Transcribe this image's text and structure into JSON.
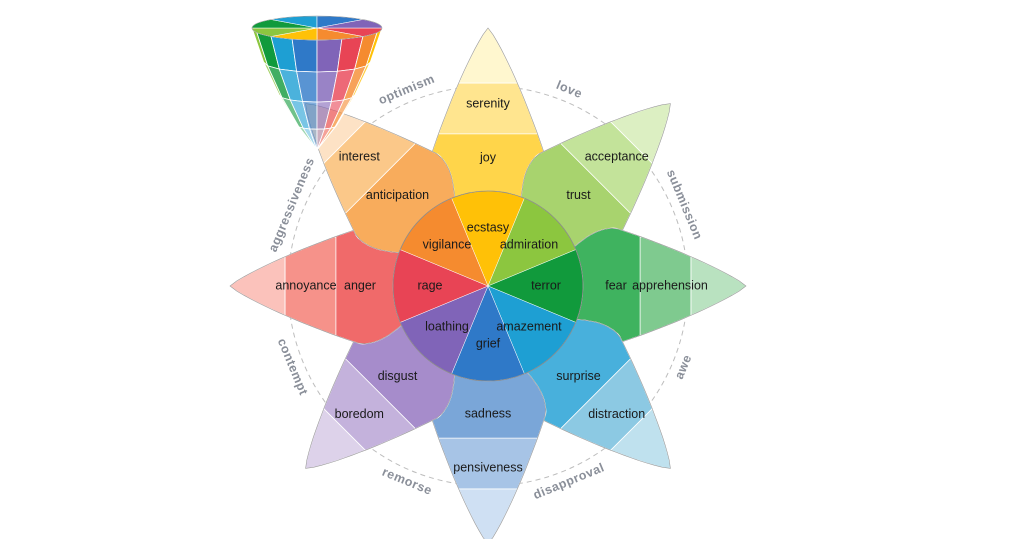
{
  "diagram": {
    "petals": [
      {
        "name": "joy",
        "outer": "serenity",
        "middle": "joy",
        "inner": "ecstasy",
        "colors": [
          "#fff7cf",
          "#ffe58f",
          "#ffd54a",
          "#ffc107"
        ]
      },
      {
        "name": "trust",
        "outer": "acceptance",
        "middle": "trust",
        "inner": "admiration",
        "colors": [
          "#dcefc2",
          "#c3e39a",
          "#a8d36e",
          "#8cc63f"
        ]
      },
      {
        "name": "fear",
        "outer": "apprehension",
        "middle": "fear",
        "inner": "terror",
        "colors": [
          "#b9e2c0",
          "#7fca8f",
          "#3fb35f",
          "#119a3c"
        ]
      },
      {
        "name": "surprise",
        "outer": "distraction",
        "middle": "surprise",
        "inner": "amazement",
        "colors": [
          "#bfe1ee",
          "#8cc9e3",
          "#48b0dc",
          "#1e9fd3"
        ]
      },
      {
        "name": "sadness",
        "outer": "pensiveness",
        "middle": "sadness",
        "inner": "grief",
        "colors": [
          "#cfe0f3",
          "#a7c4e6",
          "#7aa6d8",
          "#2f79c8"
        ]
      },
      {
        "name": "disgust",
        "outer": "boredom",
        "middle": "disgust",
        "inner": "loathing",
        "colors": [
          "#ddd2ea",
          "#c4b2dc",
          "#a68ccb",
          "#8064b8"
        ]
      },
      {
        "name": "anger",
        "outer": "annoyance",
        "middle": "anger",
        "inner": "rage",
        "colors": [
          "#fbc2bb",
          "#f6928a",
          "#f06a6a",
          "#e84455"
        ]
      },
      {
        "name": "anticipation",
        "outer": "interest",
        "middle": "anticipation",
        "inner": "vigilance",
        "colors": [
          "#fde2c5",
          "#fbc889",
          "#f8ac5c",
          "#f58b2f"
        ]
      }
    ],
    "dyads": [
      "love",
      "submission",
      "awe",
      "disapproval",
      "remorse",
      "contempt",
      "aggressiveness",
      "optimism"
    ],
    "colors": {
      "outline": "#9a9a9a",
      "circle": "#bdbdbd",
      "dyad_text": "#8a8f99"
    }
  }
}
